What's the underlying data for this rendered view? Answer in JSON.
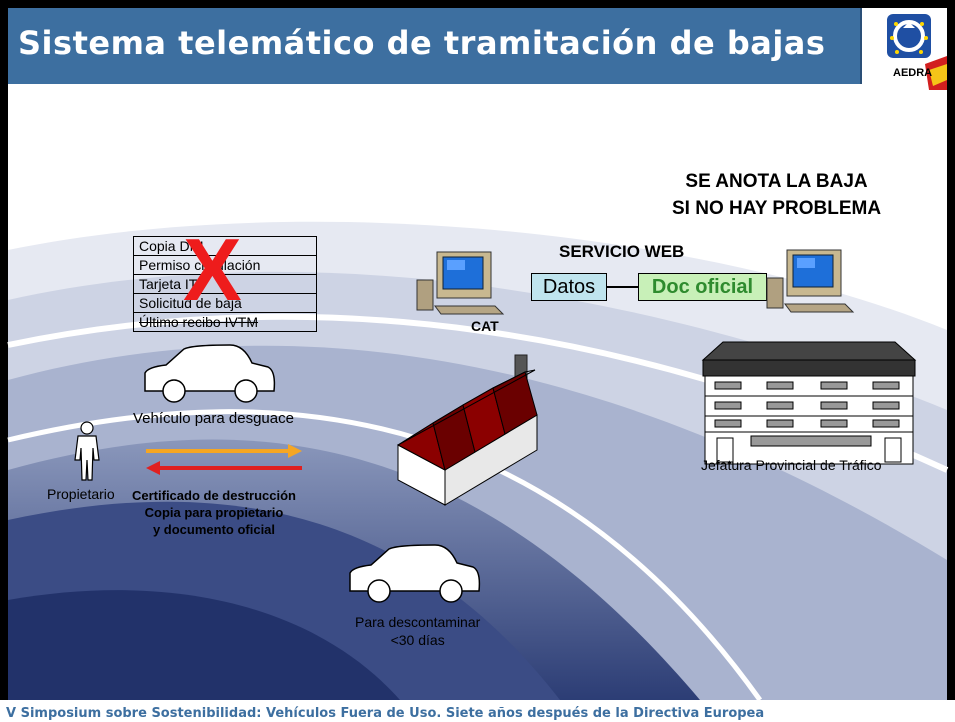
{
  "slide": {
    "title": "Sistema telemático de tramitación de bajas",
    "footer": "V Simposium sobre Sostenibilidad: Vehículos Fuera de Uso. Siete años después de la Directiva Europea"
  },
  "logo": {
    "text": "AEDRA"
  },
  "documents": {
    "items": [
      "Copia DNI",
      "Permiso circulación",
      "Tarjeta ITV",
      "Solicitud de baja",
      "Último recibo IVTM"
    ],
    "mark": "X"
  },
  "labels": {
    "vehicle": "Vehículo para desguace",
    "owner": "Propietario",
    "certificate": [
      "Certificado de destrucción",
      "Copia para propietario",
      "y documento oficial"
    ],
    "decontaminate": [
      "Para descontaminar",
      "<30 días"
    ],
    "cat": "CAT",
    "service": "SERVICIO WEB",
    "datos": "Datos",
    "doc_oficial": "Doc oficial",
    "anota": [
      "SE ANOTA LA BAJA",
      "SI NO HAY PROBLEMA"
    ],
    "jefatura": "Jefatura Provincial de Tráfico"
  },
  "colors": {
    "title_bar": "#3d6fa0",
    "arrow_orange": "#f5a623",
    "arrow_red": "#e02020",
    "roof_red": "#8b0000",
    "datos_box": "#bfe4ee",
    "doc_box": "#c8f0b8",
    "doc_text": "#2e8b2e"
  }
}
